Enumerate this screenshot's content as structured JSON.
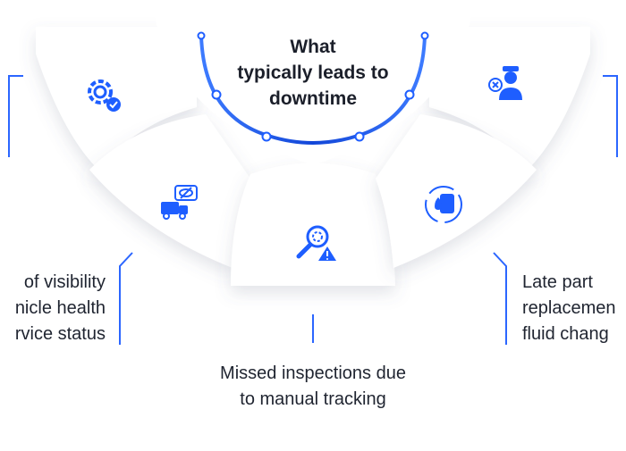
{
  "center": {
    "title_lines": [
      "What",
      "typically leads to",
      "downtime"
    ]
  },
  "labels": {
    "visibility": [
      "of visibility",
      "nicle health",
      "rvice status"
    ],
    "inspections": [
      "Missed inspections due",
      "to manual tracking"
    ],
    "parts": [
      "Late part",
      "replacemen",
      "fluid chang"
    ]
  },
  "icons": {
    "top_left": "gear-wrench-check-icon",
    "top_right": "driver-error-icon",
    "mid_left": "truck-hidden-eye-icon",
    "middle": "magnifier-warning-icon",
    "mid_right": "fuel-can-cycle-icon"
  },
  "colors": {
    "accent": "#1e5eff",
    "accent_dark": "#1549d6",
    "text": "#1f2430",
    "card": "#ffffff"
  }
}
